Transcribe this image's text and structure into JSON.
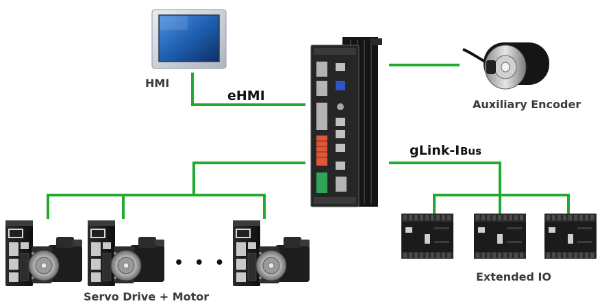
{
  "labels": {
    "hmi": "HMI",
    "ehmi": "eHMI",
    "encoder": "Auxiliary Encoder",
    "glink": "gLink-I",
    "bus": "Bus",
    "servo": "Servo Drive + Motor",
    "extio": "Extended IO",
    "ellipsis": "• • •"
  },
  "colors": {
    "line": "#22aa2e",
    "device_dark": "#1c1c1c",
    "device_mid": "#3a3a3a",
    "metal": "#b9b9b9",
    "screen": "#1f5fb0",
    "terminal_orange": "#e0563a",
    "hmi_frame": "#c9ced6"
  },
  "icons": [
    "hmi-panel-icon",
    "controller-icon",
    "encoder-icon",
    "servo-drive-icon",
    "servo-motor-icon",
    "io-module-icon"
  ]
}
